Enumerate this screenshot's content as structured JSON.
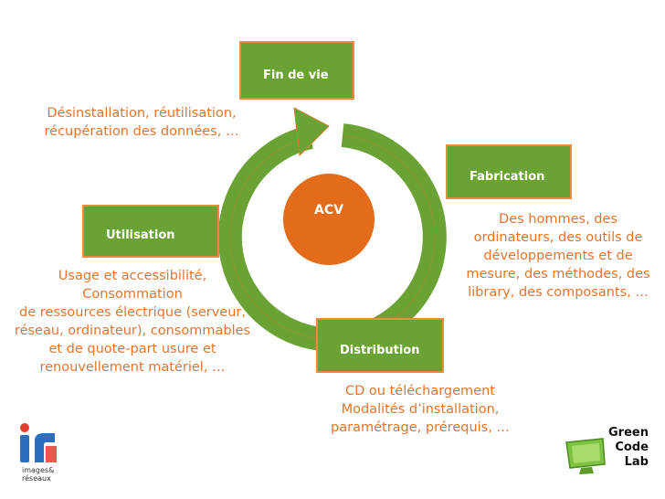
{
  "center": {
    "label": "ACV"
  },
  "stages": {
    "fin_de_vie": {
      "title": "Fin de vie",
      "description": "Désinstallation, réutilisation,\nrécupération des données, …"
    },
    "fabrication": {
      "title": "Fabrication",
      "description": "Des hommes, des\nordinateurs, des outils de\ndéveloppements et de\nmesure,  des méthodes, des\nlibrary, des composants, …"
    },
    "utilisation": {
      "title": "Utilisation",
      "description": "Usage et accessibilité,\nConsommation\nde ressources électrique (serveur,\nréseau, ordinateur), consommables\net de quote-part usure et\nrenouvellement matériel, …"
    },
    "distribution": {
      "title": "Distribution",
      "description": "CD ou téléchargement\nModalités d’installation,\nparamétrage, prérequis, …"
    }
  },
  "logos": {
    "ir": {
      "text": "ir",
      "subtitle_line1": "images&",
      "subtitle_line2": "réseaux"
    },
    "green_code_lab": {
      "line1": "Green",
      "line2": "Code",
      "line3": "Lab"
    }
  },
  "colors": {
    "box_green": "#6aa334",
    "box_border": "#f08a3c",
    "text_orange": "#e5742a",
    "ring_green": "#6aa334",
    "center_orange": "#e36c1b"
  }
}
